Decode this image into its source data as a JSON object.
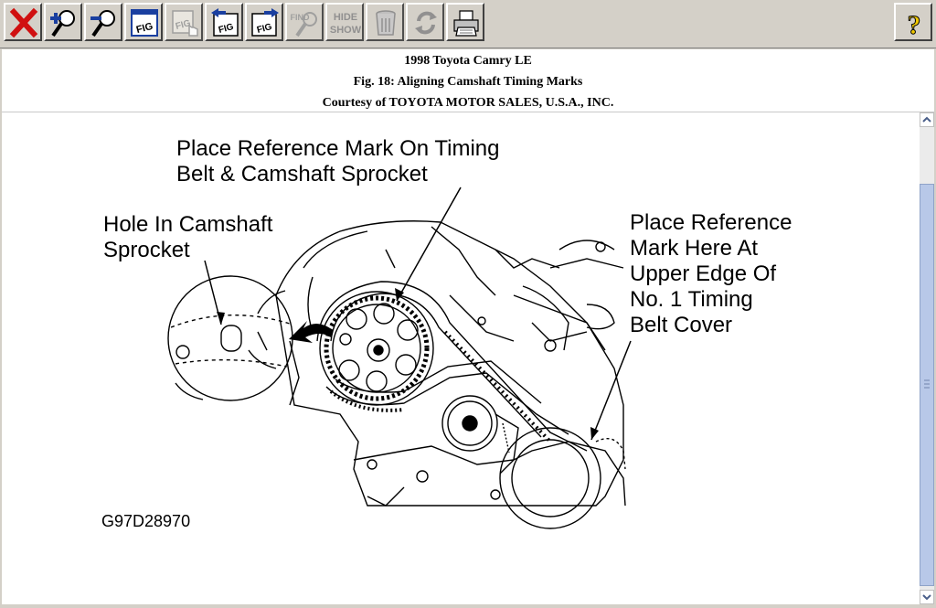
{
  "toolbar": {
    "buttons": [
      {
        "id": "close",
        "icon": "close-x-icon"
      },
      {
        "id": "zoom-in",
        "icon": "zoom-in-icon"
      },
      {
        "id": "zoom-out",
        "icon": "zoom-out-icon"
      },
      {
        "id": "fig",
        "icon": "figure-icon",
        "text": "FIG"
      },
      {
        "id": "fig-select",
        "icon": "figure-hand-icon",
        "text": "FIG"
      },
      {
        "id": "fig-prev",
        "icon": "figure-prev-icon",
        "text": "FIG"
      },
      {
        "id": "fig-next",
        "icon": "figure-next-icon",
        "text": "FIG"
      },
      {
        "id": "find",
        "icon": "find-icon",
        "text": "FIND"
      },
      {
        "id": "hide-show",
        "icon": "hide-show-icon",
        "text": "HIDE\nSHOW"
      },
      {
        "id": "trash",
        "icon": "trash-icon"
      },
      {
        "id": "refresh",
        "icon": "refresh-icon"
      },
      {
        "id": "print",
        "icon": "printer-icon"
      },
      {
        "id": "help",
        "icon": "help-icon",
        "text": "?"
      }
    ],
    "fig_text": "FIG",
    "find_text": "FIND",
    "hide_text": "HIDE",
    "show_text": "SHOW",
    "help_text": "?"
  },
  "header": {
    "vehicle": "1998 Toyota Camry LE",
    "figure_title": "Fig. 18: Aligning Camshaft Timing Marks",
    "courtesy": "Courtesy of TOYOTA MOTOR SALES, U.S.A., INC."
  },
  "figure": {
    "label_top": "Place Reference Mark On Timing\nBelt & Camshaft Sprocket",
    "label_left": "Hole In Camshaft\nSprocket",
    "label_right": "Place Reference\nMark Here At\nUpper Edge Of\nNo. 1 Timing\nBelt Cover",
    "code": "G97D28970"
  },
  "colors": {
    "toolbar_bg": "#d4d0c8",
    "close_red": "#d01010",
    "icon_blue": "#1a3fa0",
    "help_yellow": "#f0c800"
  }
}
